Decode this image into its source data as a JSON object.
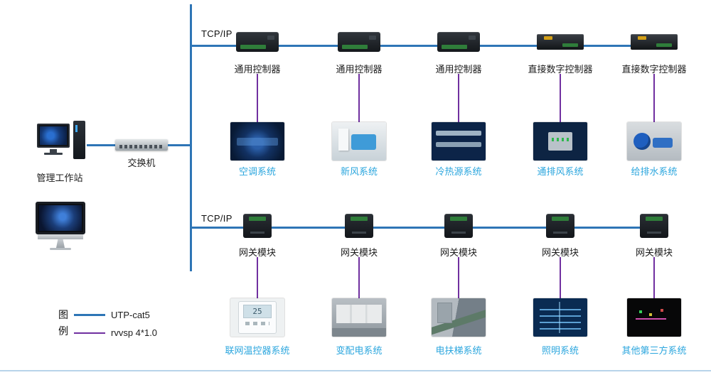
{
  "colors": {
    "blue": "#2E75B6",
    "purple": "#7030A0",
    "cyan": "#2BA6DE"
  },
  "left_panel": {
    "workstation_label": "管理工作站",
    "switch_label": "交换机"
  },
  "legend": {
    "title_lines": [
      "图",
      "例"
    ],
    "items": [
      {
        "label": "UTP-cat5"
      },
      {
        "label": "rvvsp 4*1.0"
      }
    ]
  },
  "thermostat_reading": "25",
  "rows": [
    {
      "bus_label": "TCP/IP",
      "devices": [
        {
          "label": "通用控制器",
          "system": "空调系统"
        },
        {
          "label": "通用控制器",
          "system": "新风系统"
        },
        {
          "label": "通用控制器",
          "system": "冷热源系统"
        },
        {
          "label": "直接数字控制器",
          "system": "通排风系统"
        },
        {
          "label": "直接数字控制器",
          "system": "给排水系统"
        }
      ]
    },
    {
      "bus_label": "TCP/IP",
      "devices": [
        {
          "label": "网关模块",
          "system": "联网温控器系统"
        },
        {
          "label": "网关模块",
          "system": "变配电系统"
        },
        {
          "label": "网关模块",
          "system": "电扶梯系统"
        },
        {
          "label": "网关模块",
          "system": "照明系统"
        },
        {
          "label": "网关模块",
          "system": "其他第三方系统"
        }
      ]
    }
  ]
}
